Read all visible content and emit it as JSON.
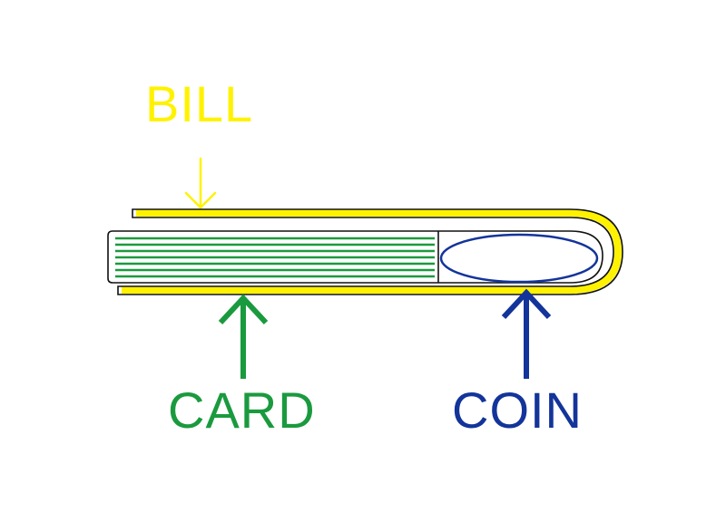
{
  "labels": {
    "bill": "BILL",
    "card": "CARD",
    "coin": "COIN"
  },
  "colors": {
    "bill": "#FFF200",
    "card": "#1A9A3E",
    "coin": "#13349A",
    "outline": "#111111"
  },
  "icons": {
    "bill_arrow": "arrow-down-icon",
    "card_arrow": "arrow-up-icon",
    "coin_arrow": "arrow-up-icon"
  }
}
